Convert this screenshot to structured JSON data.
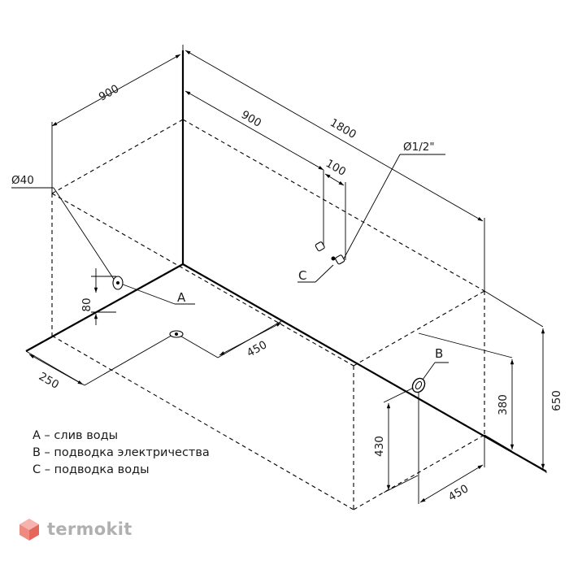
{
  "dimensions": {
    "top_left": "900",
    "top_inner": "900",
    "total_length": "1800",
    "pipe_gap": "100",
    "drain_diameter": "Ø40",
    "pipe_diameter": "Ø1/2\"",
    "drain_offset": "250",
    "drain_depth": "450",
    "drain_height": "80",
    "outlet_height": "430",
    "outlet_offset": "450",
    "right_height_low": "380",
    "right_height_high": "650"
  },
  "points": {
    "a": "A",
    "b": "B",
    "c": "C"
  },
  "legend": [
    "A – слив воды",
    "B – подводка электричества",
    "C – подводка воды"
  ],
  "brand": {
    "name": "termokit",
    "logo_color": "#f28b82"
  }
}
